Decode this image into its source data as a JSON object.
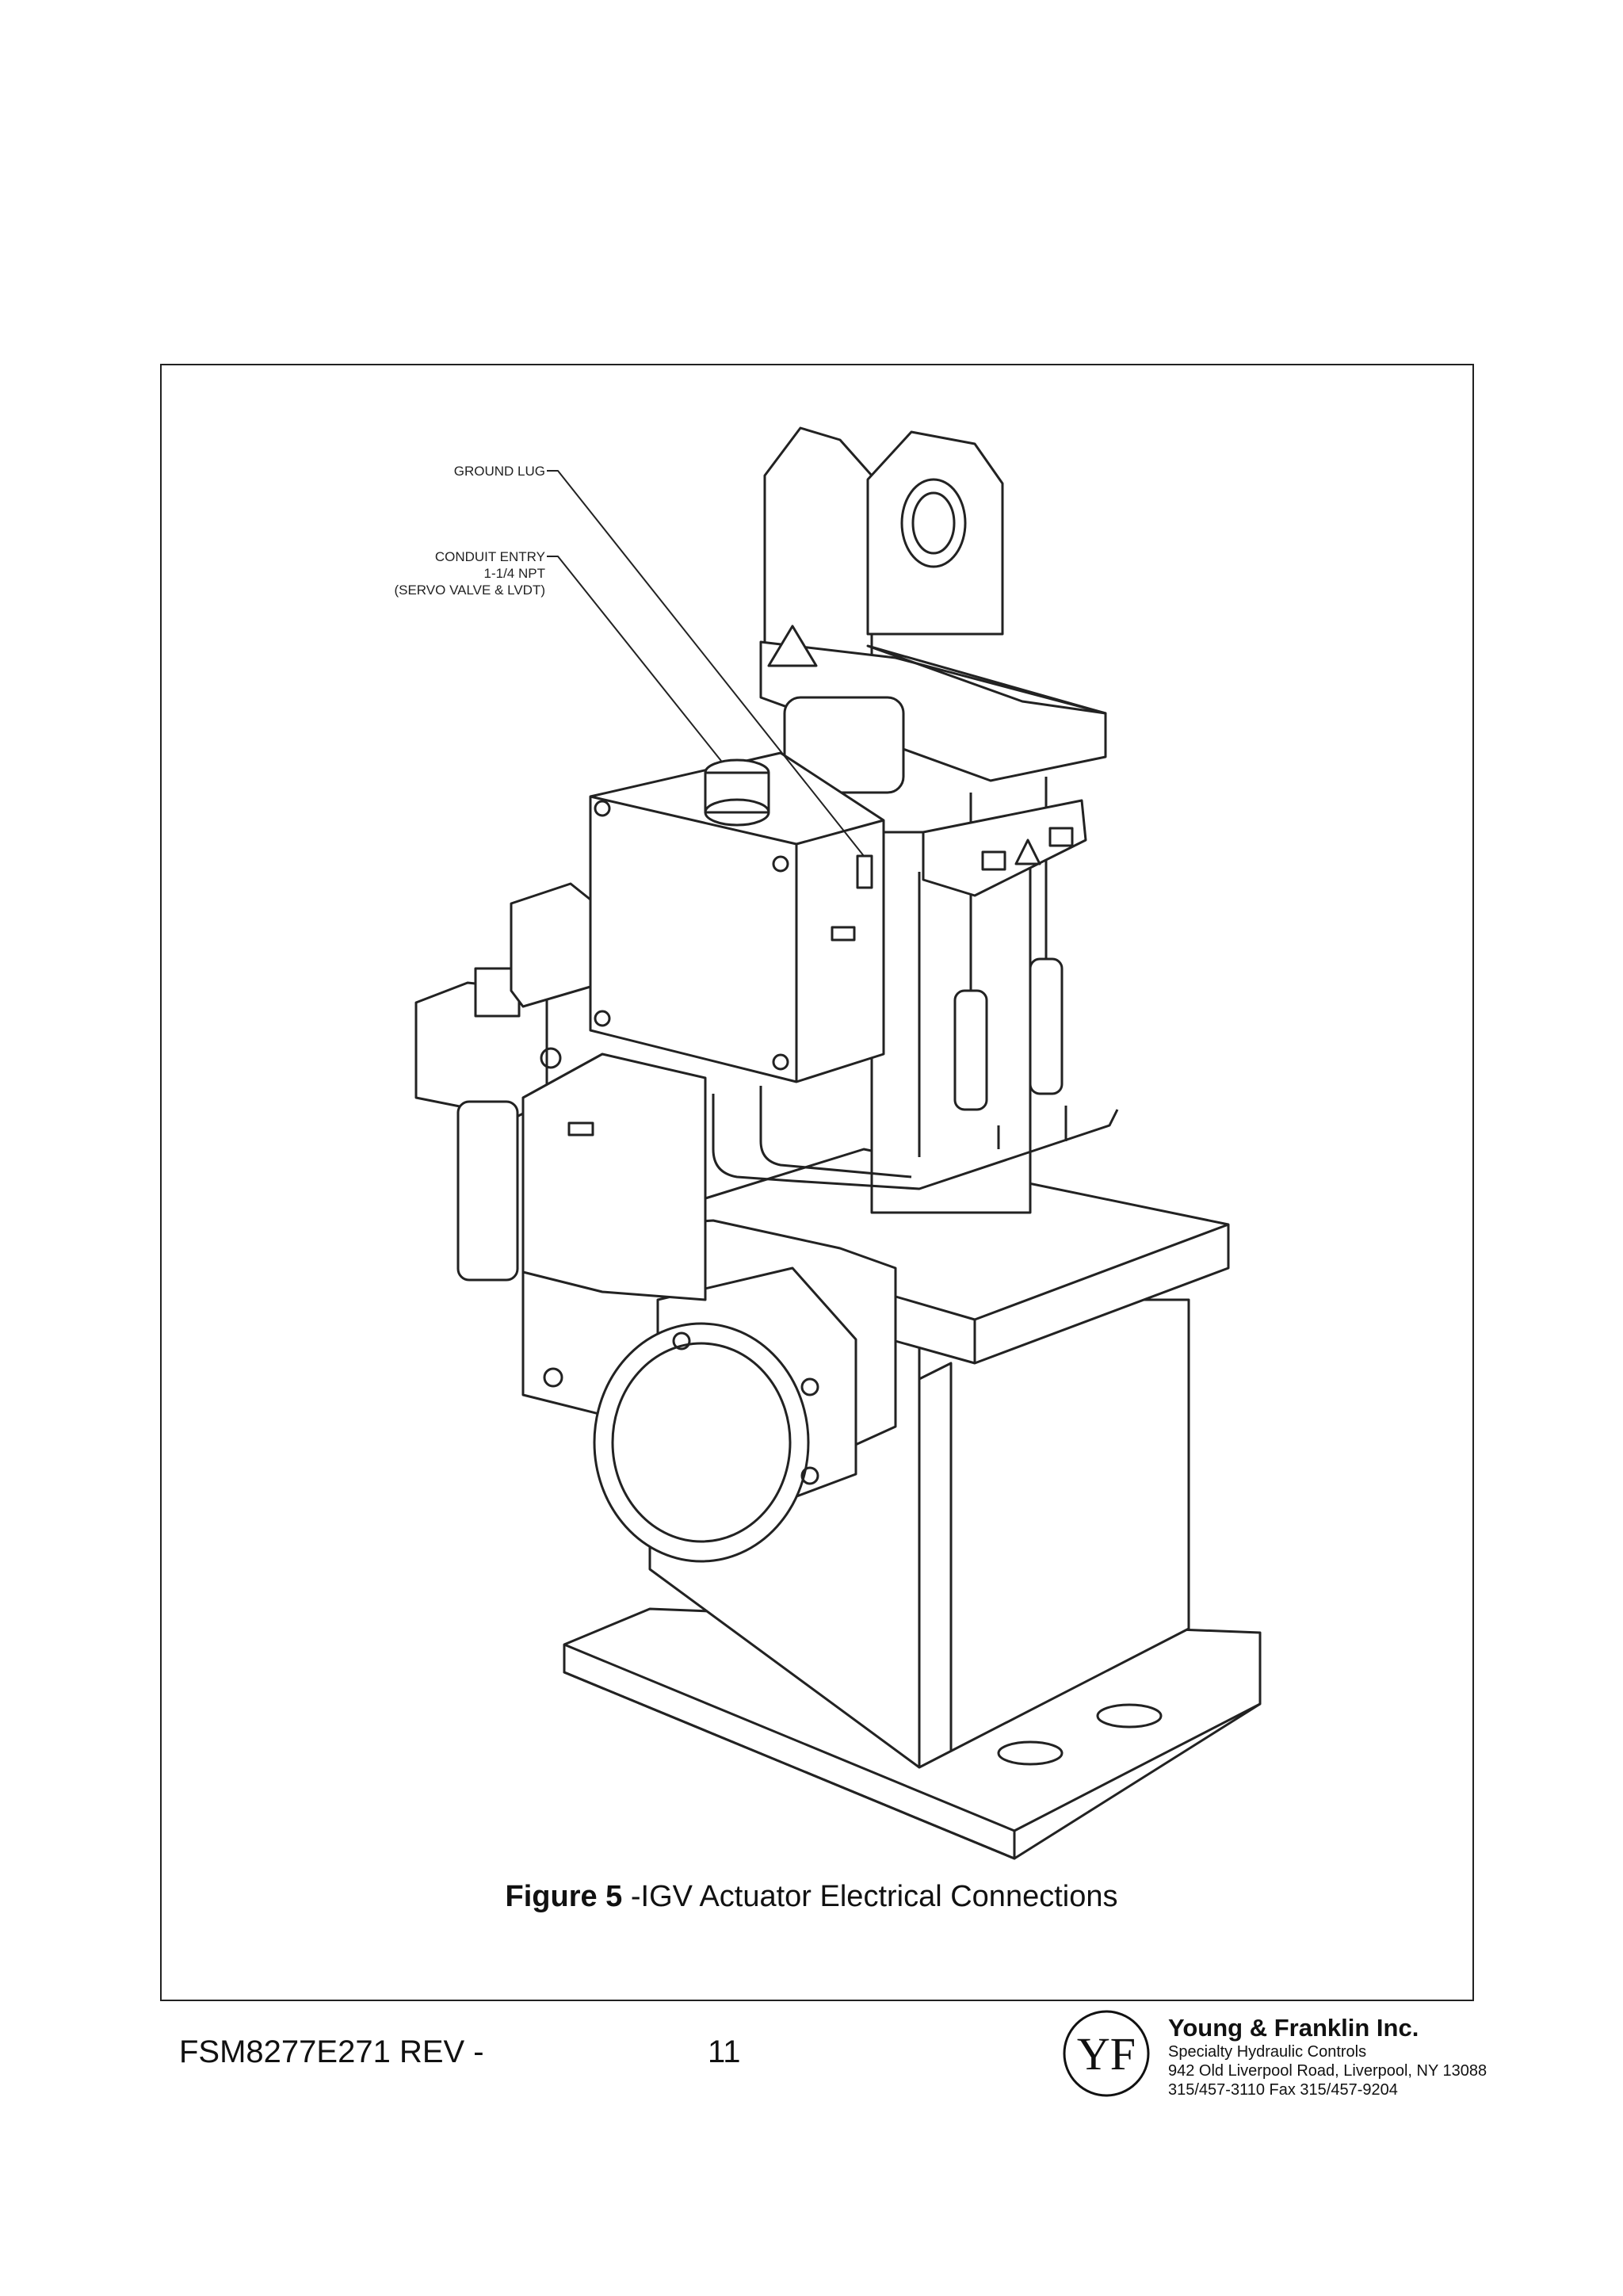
{
  "callouts": {
    "ground_lug": "GROUND LUG",
    "conduit_line1": "CONDUIT ENTRY",
    "conduit_line2": "1-1/4 NPT",
    "conduit_line3": "(SERVO VALVE & LVDT)"
  },
  "caption": {
    "figure_label": "Figure 5",
    "figure_title": " -IGV Actuator Electrical Connections"
  },
  "footer": {
    "doc_id": "FSM8277E271 REV -",
    "page_number": "11",
    "logo_text": "YF",
    "company_name": "Young & Franklin Inc.",
    "tagline": "Specialty Hydraulic Controls",
    "address": "942 Old Liverpool Road, Liverpool, NY 13088",
    "phone_fax": "315/457-3110    Fax 315/457-9204"
  }
}
